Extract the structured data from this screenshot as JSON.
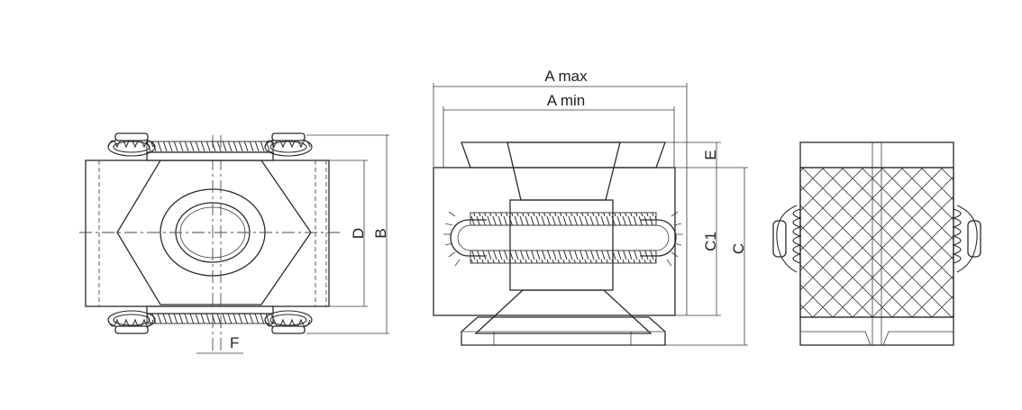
{
  "drawing": {
    "labels": {
      "a_max": "A max",
      "a_min": "A min",
      "b": "B",
      "c": "C",
      "c1": "C1",
      "d": "D",
      "e": "E",
      "f": "F"
    }
  }
}
